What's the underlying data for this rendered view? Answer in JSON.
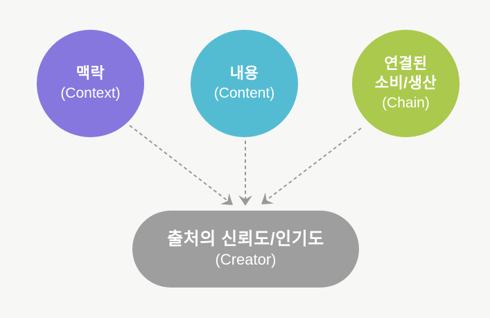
{
  "page": {
    "background": "#f7f7f6"
  },
  "diagram": {
    "type": "convergence-flow",
    "nodes": [
      {
        "id": "context",
        "shape": "circle",
        "color": "#8577de",
        "text_color": "#ffffff",
        "label_ko": "맥락",
        "label_en": "(Context)"
      },
      {
        "id": "content",
        "shape": "circle",
        "color": "#54bcd2",
        "text_color": "#ffffff",
        "label_ko": "내용",
        "label_en": "(Content)"
      },
      {
        "id": "chain",
        "shape": "circle",
        "color": "#abc94d",
        "text_color": "#ffffff",
        "label_ko_line1": "연결된",
        "label_ko_line2": "소비/생산",
        "label_en": "(Chain)"
      }
    ],
    "target": {
      "id": "creator",
      "shape": "rounded-rect",
      "color": "#9e9e9e",
      "text_color": "#ffffff",
      "label_ko": "출처의 신뢰도/인기도",
      "label_en": "(Creator)"
    },
    "arrows": {
      "style": "dashed",
      "color": "#999999",
      "connections": [
        {
          "from": "context",
          "to": "creator"
        },
        {
          "from": "content",
          "to": "creator"
        },
        {
          "from": "chain",
          "to": "creator"
        }
      ]
    }
  }
}
